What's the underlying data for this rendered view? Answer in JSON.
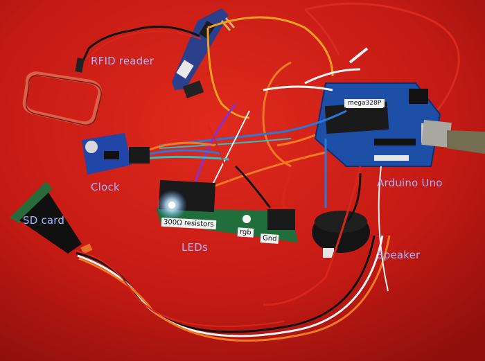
{
  "labels": {
    "rfid": "RFID reader",
    "clock": "Clock",
    "sd_card": "SD card",
    "leds": "LEDs",
    "arduino": "Arduino Uno",
    "speaker": "Speaker"
  },
  "board_text": {
    "resistors": "300Ω resistors",
    "rgb": "rgb",
    "gnd": "Gnd",
    "chip": "mega328P"
  },
  "colors": {
    "background": "#c41a14",
    "label": "#a9b4ff"
  }
}
